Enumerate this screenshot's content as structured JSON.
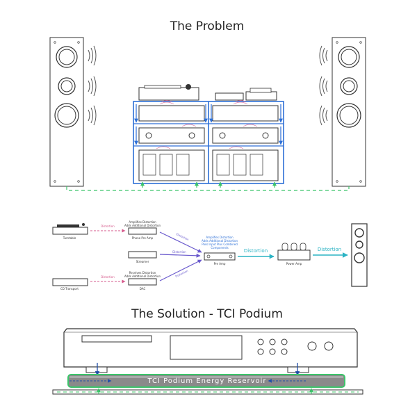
{
  "titles": {
    "problem": "The Problem",
    "solution": "The Solution - TCI Podium"
  },
  "devices": {
    "turntable": "Turntable",
    "phono": "Phono Pre Amp",
    "streamer": "Streamer",
    "cd": "CD Transport",
    "dac": "DAC",
    "preamp": "Pre Amp",
    "power": "Power Amp"
  },
  "notes": {
    "phono_1": "Amplifies Distortion",
    "phono_2": "Adds Additional Distortion",
    "dac_1": "Receives Distortion",
    "dac_2": "Adds Additional Distortion",
    "pre_1": "Amplifies Distortion",
    "pre_2": "Adds Additional Distortion",
    "pre_3": "Pass Input Plus Combined",
    "pre_4": "Components"
  },
  "flow": {
    "d1": "Distortion",
    "d2": "Distortion",
    "d3": "Distortion",
    "d4": "Distortion",
    "d5": "Distortion",
    "d6": "Distortion",
    "d7": "Distortion"
  },
  "reservoir_label": "TCI Podium Energy Reservoir",
  "colors": {
    "line": "#333333",
    "rack": "#2d6fd6",
    "ground": "#3cc46a",
    "distortion_purple": "#6a5acd",
    "distortion_pink": "#d65a8c",
    "distortion_teal": "#2bb3c4",
    "reservoir_fill": "#8a8a8a"
  },
  "icons": [
    "speaker-icon",
    "sound-wave-icon",
    "arrow-icon"
  ]
}
